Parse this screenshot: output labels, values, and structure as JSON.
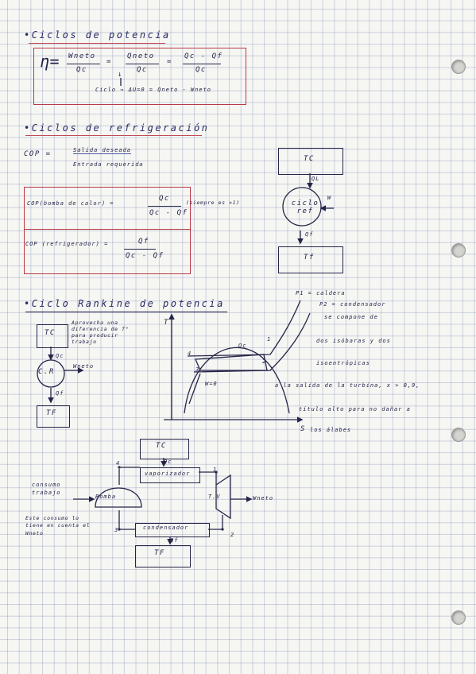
{
  "sections": {
    "power": "•Ciclos de potencia",
    "refrig": "•Ciclos de refrigeración",
    "rankine": "•Ciclo Rankine de potencia"
  },
  "power_formula": {
    "eta": "η=",
    "n1": "Wneto",
    "d1": "Qc",
    "n2": "Qneto",
    "d2": "Qc",
    "n3": "Qc - Qf",
    "d3": "Qc",
    "eq": "=",
    "arrow": "↓",
    "cycle_line": "Ciclo ⇒ ΔU=0 = Qneto - Wneto"
  },
  "cop": {
    "label": "COP =",
    "num": "Salida deseada",
    "den": "Entrada requerida",
    "heat_pump_label": "COP(bomba de calor) =",
    "heat_pump_num": "Qc",
    "heat_pump_den": "Qc - Qf",
    "heat_pump_note": "(siempre es >1)",
    "fridge_label": "COP (refrigerador) =",
    "fridge_num": "Qf",
    "fridge_den": "Qc - Qf"
  },
  "refrig_diagram": {
    "tc": "TC",
    "ql": "QL",
    "cycle": "ciclo ref",
    "w": "W",
    "qf": "Qf",
    "tf": "Tf"
  },
  "rankine_mini": {
    "tc": "TC",
    "note": "Aprovecha una diferencia de T° para producir trabajo",
    "qc": "Qc",
    "cr": "C.R",
    "wneto": "Wneto",
    "qf": "Qf",
    "tf": "TF"
  },
  "ts": {
    "axis_t": "T",
    "axis_s": "S",
    "p1": "1",
    "p2": "2",
    "p3": "3",
    "p4": "4",
    "q": "Qc",
    "w": "W=0",
    "caldera": "P1 = caldera",
    "condensador": "P2 = condensador",
    "iso_line1": "se compone de",
    "iso_line2": "dos isóbaras y dos",
    "iso_line3": "isoentrópicas",
    "salida_line1": "a la salida de la turbina, x > 0,9,",
    "salida_line2": "título alto para no dañar a",
    "salida_line3": "los álabes"
  },
  "plant": {
    "tc": "TC",
    "qc": "Qc",
    "vaporizador": "vaporizador",
    "p1": "1",
    "p2": "2",
    "p3": "3",
    "p4": "4",
    "tv": "T.V",
    "wneto": "Wneto",
    "bomba": "Bomba",
    "consumo": "consumo trabajo",
    "consumo_note": "Este consumo lo tiene en cuenta el Wneto",
    "condensador": "condensador",
    "qf": "Qf",
    "tf": "TF"
  }
}
